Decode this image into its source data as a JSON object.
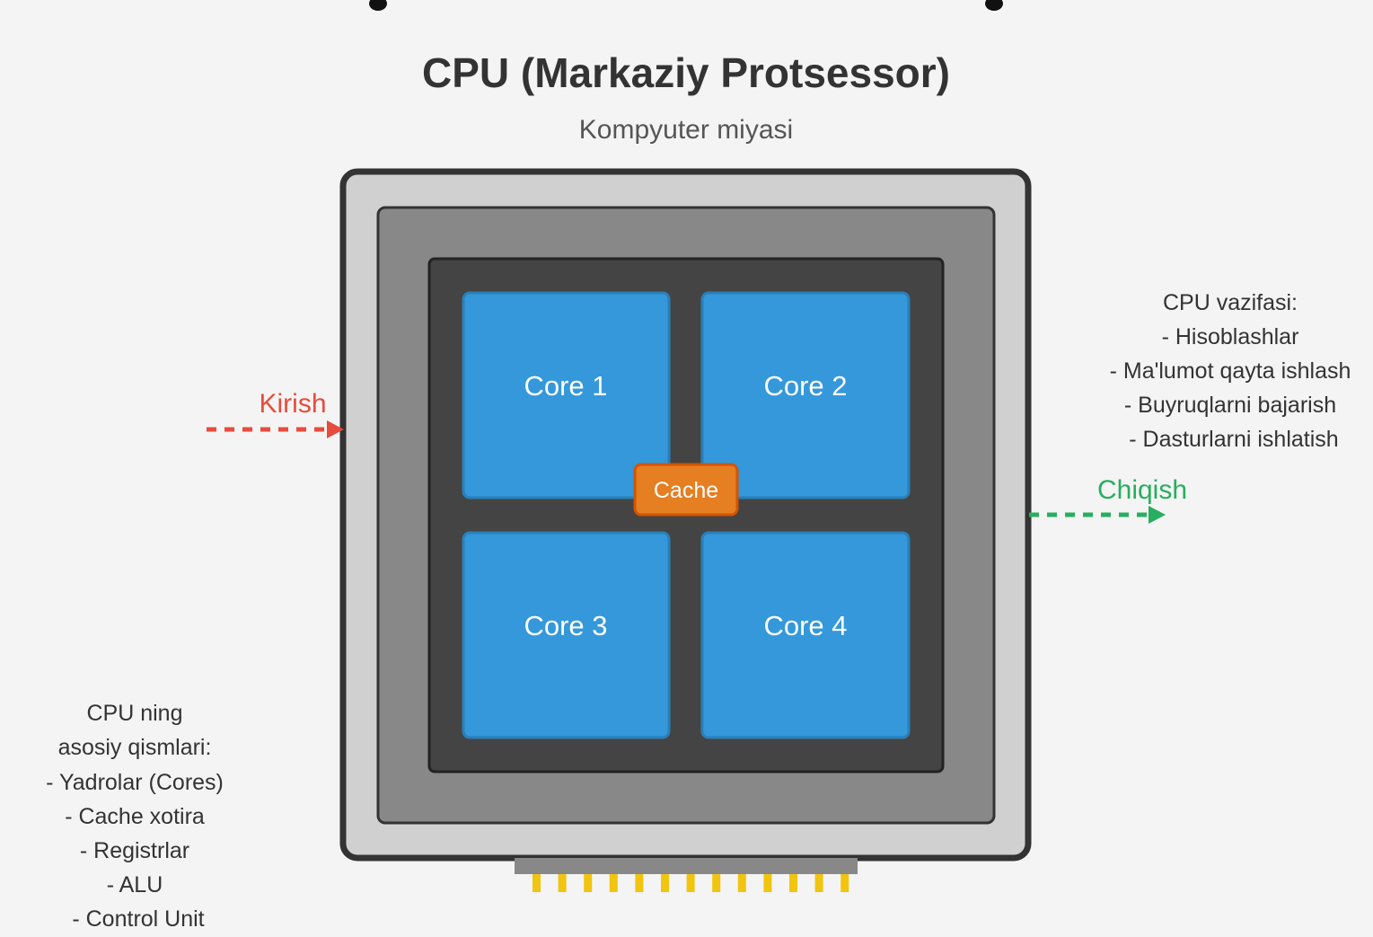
{
  "title": "CPU (Markaziy Protsessor)",
  "subtitle": "Kompyuter miyasi",
  "cores": [
    {
      "label": "Core 1"
    },
    {
      "label": "Core 2"
    },
    {
      "label": "Core 3"
    },
    {
      "label": "Core 4"
    }
  ],
  "cache": {
    "label": "Cache"
  },
  "input": {
    "label": "Kirish",
    "color": "#e74c3c"
  },
  "output": {
    "label": "Chiqish",
    "color": "#27ae60"
  },
  "functions": {
    "lines": [
      "CPU vazifasi:",
      "- Hisoblashlar",
      "- Ma'lumot qayta ishlash",
      "- Buyruqlarni bajarish",
      "- Dasturlarni ishlatish"
    ]
  },
  "parts": {
    "lines": [
      "CPU ning",
      "asosiy qismlari:",
      "- Yadrolar (Cores)",
      "- Cache xotira",
      "- Registrlar",
      "- ALU",
      "- Control Unit"
    ]
  },
  "colors": {
    "core": "#3498db",
    "core_border": "#2980b9",
    "cache": "#e67e22",
    "cache_border": "#d35400",
    "pins": "#f1c40f",
    "package_outer": "#d0d0d0",
    "package_mid": "#888888",
    "die": "#444444"
  }
}
